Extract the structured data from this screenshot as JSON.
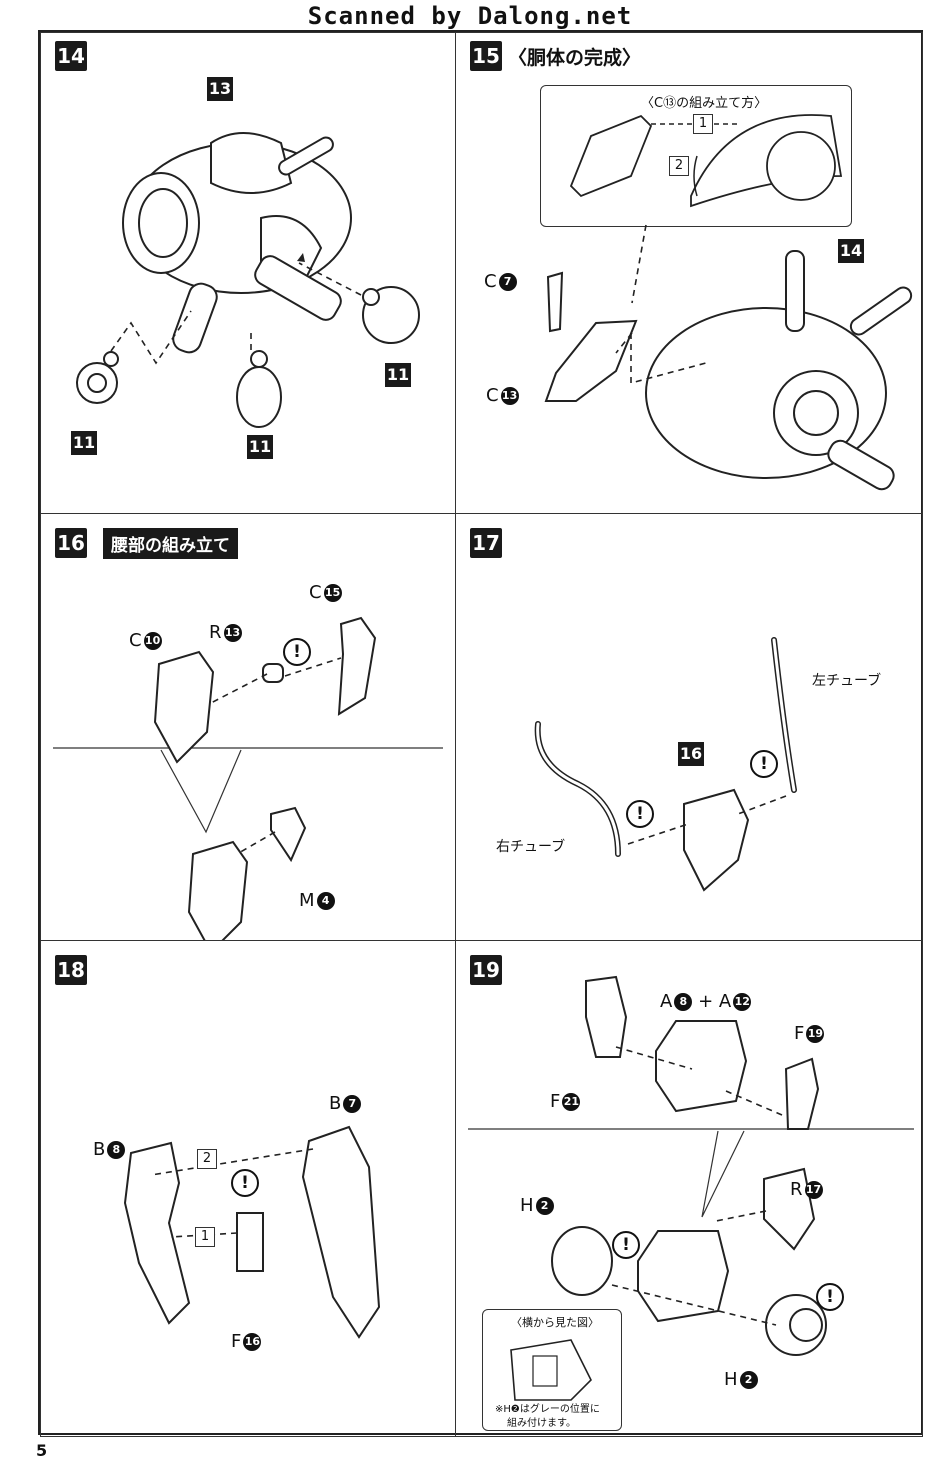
{
  "watermark": "Scanned by Dalong.net",
  "page_number": "5",
  "steps": {
    "s14": {
      "number": "14",
      "callouts": {
        "body": "13",
        "ball_a": "11",
        "ball_b": "11",
        "ball_c": "11"
      }
    },
    "s15": {
      "number": "15",
      "title": "〈胴体の完成〉",
      "inset_title": "〈C⑬の組み立て方〉",
      "seq1": "1",
      "seq2": "2",
      "callout_body": "14",
      "part_c7_letter": "C",
      "part_c7_num": "7",
      "part_c13_letter": "C",
      "part_c13_num": "13"
    },
    "s16": {
      "number": "16",
      "banner": "腰部の組み立て",
      "c10_letter": "C",
      "c10_num": "10",
      "r13_letter": "R",
      "r13_num": "13",
      "c15_letter": "C",
      "c15_num": "15",
      "m4_letter": "M",
      "m4_num": "4",
      "warn": "!"
    },
    "s17": {
      "number": "17",
      "callout": "16",
      "left_tube": "左チューブ",
      "right_tube": "右チューブ",
      "warn": "!"
    },
    "s18": {
      "number": "18",
      "b7_letter": "B",
      "b7_num": "7",
      "b8_letter": "B",
      "b8_num": "8",
      "f16_letter": "F",
      "f16_num": "16",
      "seq1": "1",
      "seq2": "2",
      "warn": "!"
    },
    "s19": {
      "number": "19",
      "a8_letter": "A",
      "a8_num": "8",
      "plus": "+",
      "a12_letter": "A",
      "a12_num": "12",
      "f19_letter": "F",
      "f19_num": "19",
      "f21_letter": "F",
      "f21_num": "21",
      "r17_letter": "R",
      "r17_num": "17",
      "h2a_letter": "H",
      "h2a_num": "2",
      "h2b_letter": "H",
      "h2b_num": "2",
      "side_title": "〈横から見た図〉",
      "note_line1": "※H❷はグレーの位置に",
      "note_line2": "組み付けます。",
      "warn": "!"
    }
  }
}
